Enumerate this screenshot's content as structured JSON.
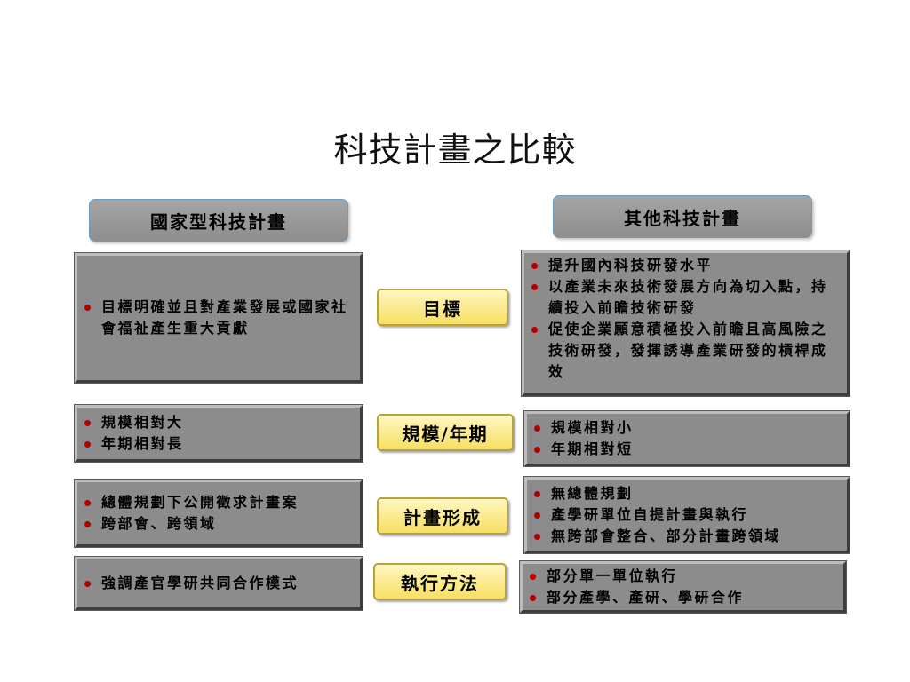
{
  "title": "科技計畫之比較",
  "headers": {
    "national": "國家型科技計畫",
    "other": "其他科技計畫"
  },
  "rows": [
    {
      "label": "目標",
      "left": [
        "目標明確並且對產業發展或國家社會福祉產生重大貢獻"
      ],
      "right": [
        "提升國內科技研發水平",
        "以產業未來技術發展方向為切入點，持續投入前瞻技術研發",
        "促使企業願意積極投入前瞻且高風險之技術研發，發揮誘導產業研發的槓桿成效"
      ]
    },
    {
      "label": "規模/年期",
      "left": [
        "規模相對大",
        "年期相對長"
      ],
      "right": [
        "規模相對小",
        "年期相對短"
      ]
    },
    {
      "label": "計畫形成",
      "left": [
        "總體規劃下公開徵求計畫案",
        "跨部會、跨領域"
      ],
      "right": [
        "無總體規劃",
        "產學研單位自提計畫與執行",
        "無跨部會整合、部分計畫跨領域"
      ]
    },
    {
      "label": "執行方法",
      "left": [
        "強調產官學研共同合作模式"
      ],
      "right": [
        "部分單一單位執行",
        "部分產學、產研、學研合作"
      ]
    }
  ],
  "colors": {
    "box_fill": "#8c8c8c",
    "label_fill": "#f7df63",
    "bullet": "#b00000"
  }
}
